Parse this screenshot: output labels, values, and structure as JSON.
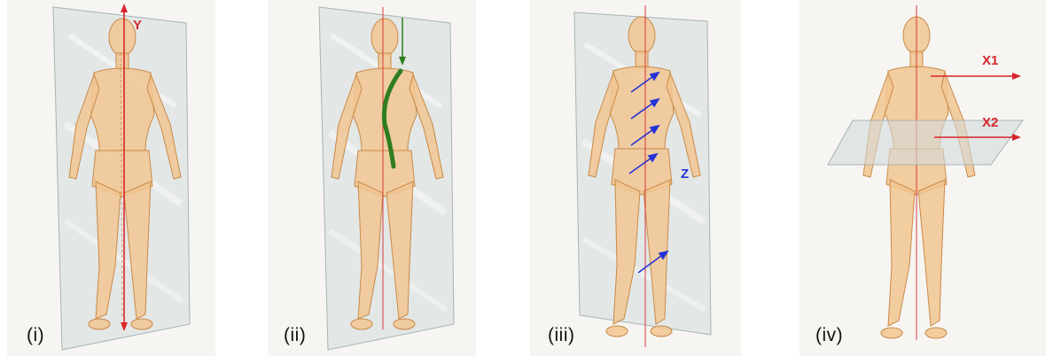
{
  "colors": {
    "axis_red": "#d8262b",
    "spine_green": "#2f7d1f",
    "arrow_blue": "#2432d6",
    "skin": "#f1c592",
    "skin_stroke": "#c98a48",
    "glass": "#cfd6d8"
  },
  "panels": [
    {
      "label": "(i)",
      "axes": [
        {
          "name": "Y",
          "color": "#d8262b"
        }
      ]
    },
    {
      "label": "(ii)",
      "axes": []
    },
    {
      "label": "(iii)",
      "axes": [
        {
          "name": "Z",
          "color": "#2432d6"
        }
      ]
    },
    {
      "label": "(iv)",
      "axes": [
        {
          "name": "X1",
          "color": "#d8262b"
        },
        {
          "name": "X2",
          "color": "#d8262b"
        }
      ]
    }
  ]
}
